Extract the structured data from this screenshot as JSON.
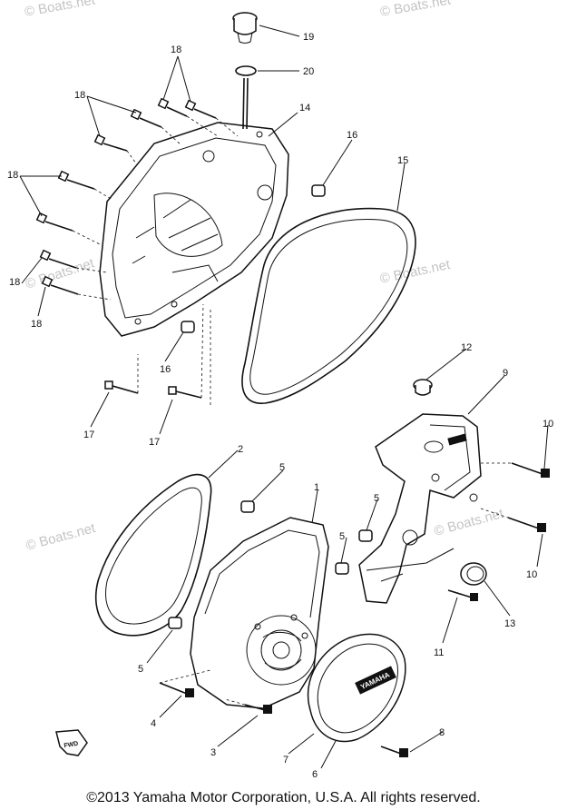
{
  "callouts": [
    "1",
    "2",
    "3",
    "4",
    "5",
    "6",
    "7",
    "8",
    "9",
    "10",
    "11",
    "12",
    "13",
    "14",
    "15",
    "16",
    "17",
    "18",
    "19",
    "20"
  ],
  "watermarks": [
    "© Boats.net",
    "© Boats.net",
    "© Boats.net",
    "© Boats.net",
    "© Boats.net",
    "© Boats.net"
  ],
  "fwd_marker": "FWD",
  "cover_brand": "YAMAHA",
  "copyright": "©2013 Yamaha Motor Corporation, U.S.A. All rights reserved."
}
